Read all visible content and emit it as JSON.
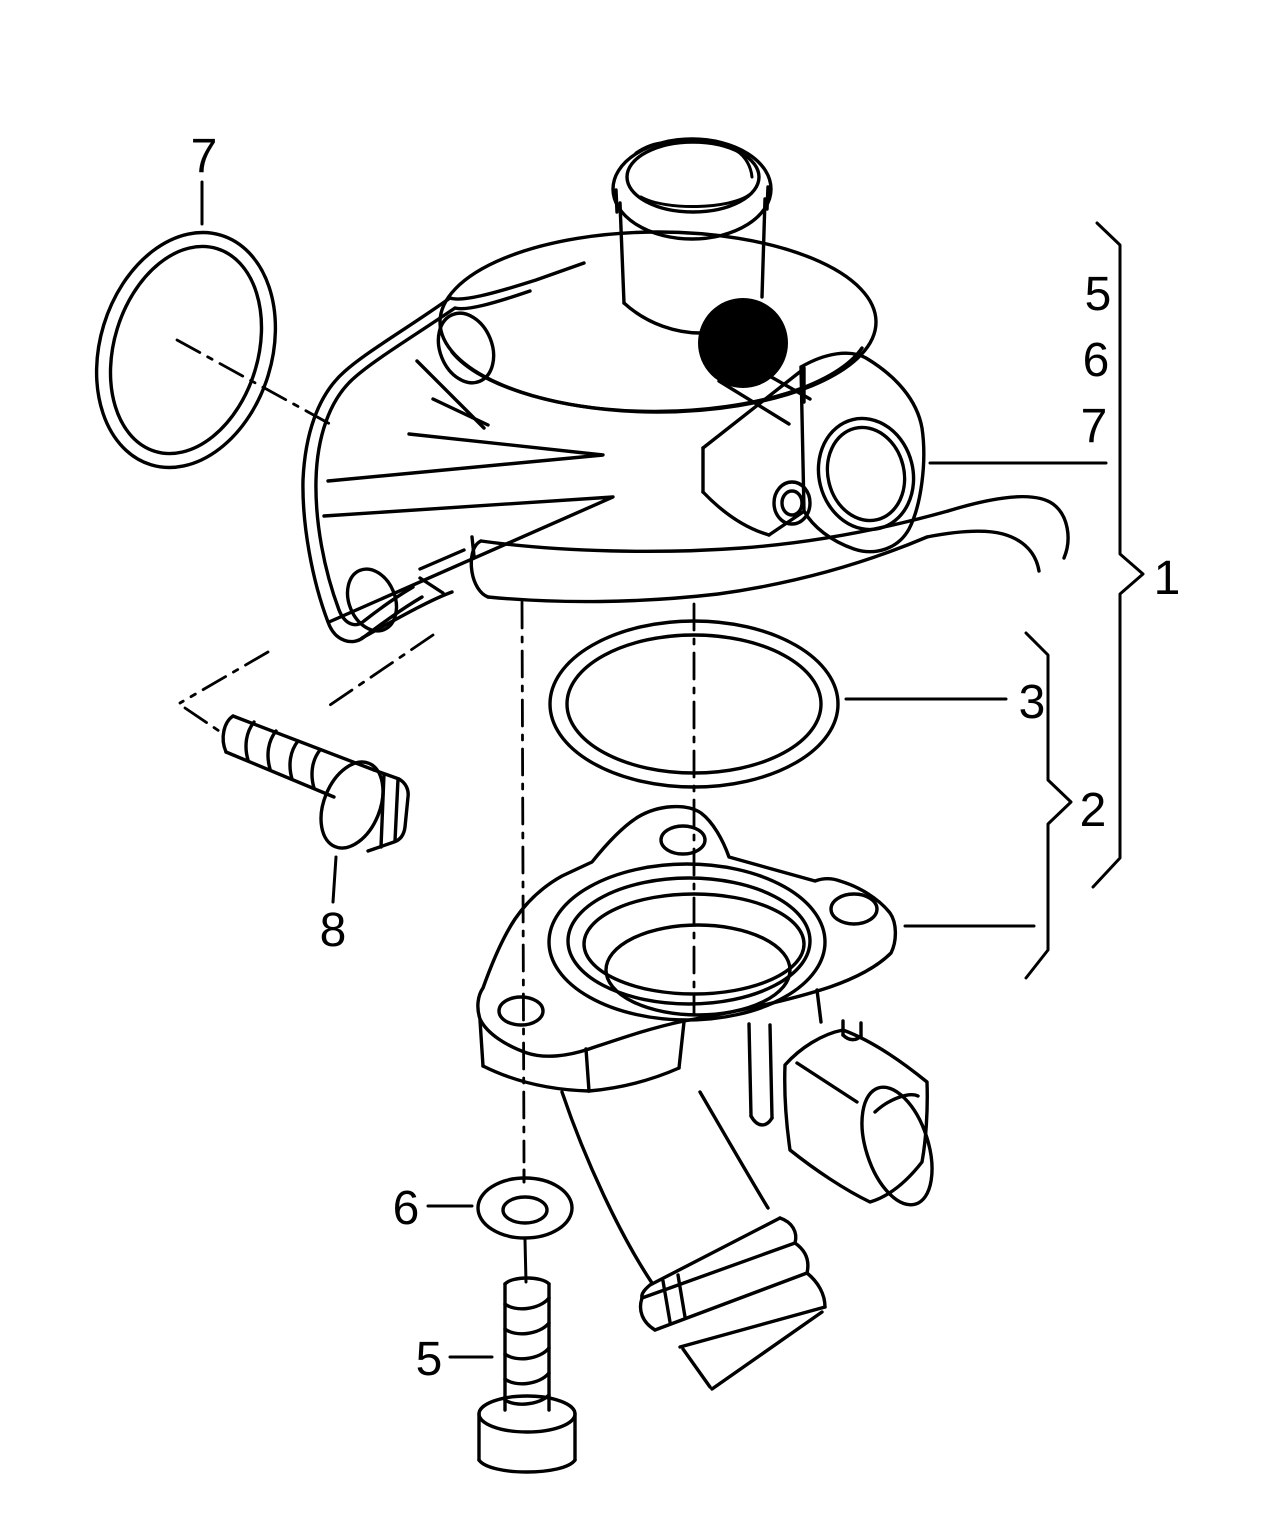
{
  "diagram": {
    "kind": "exploded-parts-line-drawing",
    "background_color": "#ffffff",
    "line_color": "#000000",
    "highlight_dot_color": "#000000",
    "callouts": [
      {
        "label": "7",
        "part": "o-ring-top-left"
      },
      {
        "label": "5",
        "part": "housing-hardware-column"
      },
      {
        "label": "6",
        "part": "housing-hardware-column"
      },
      {
        "label": "7",
        "part": "housing-hardware-column"
      },
      {
        "label": "1",
        "part": "complete-assembly-brace"
      },
      {
        "label": "3",
        "part": "round-gasket"
      },
      {
        "label": "2",
        "part": "flange-subassembly-brace"
      },
      {
        "label": "8",
        "part": "hex-flange-bolt"
      },
      {
        "label": "6",
        "part": "washer"
      },
      {
        "label": "5",
        "part": "socket-head-bolt"
      }
    ]
  }
}
